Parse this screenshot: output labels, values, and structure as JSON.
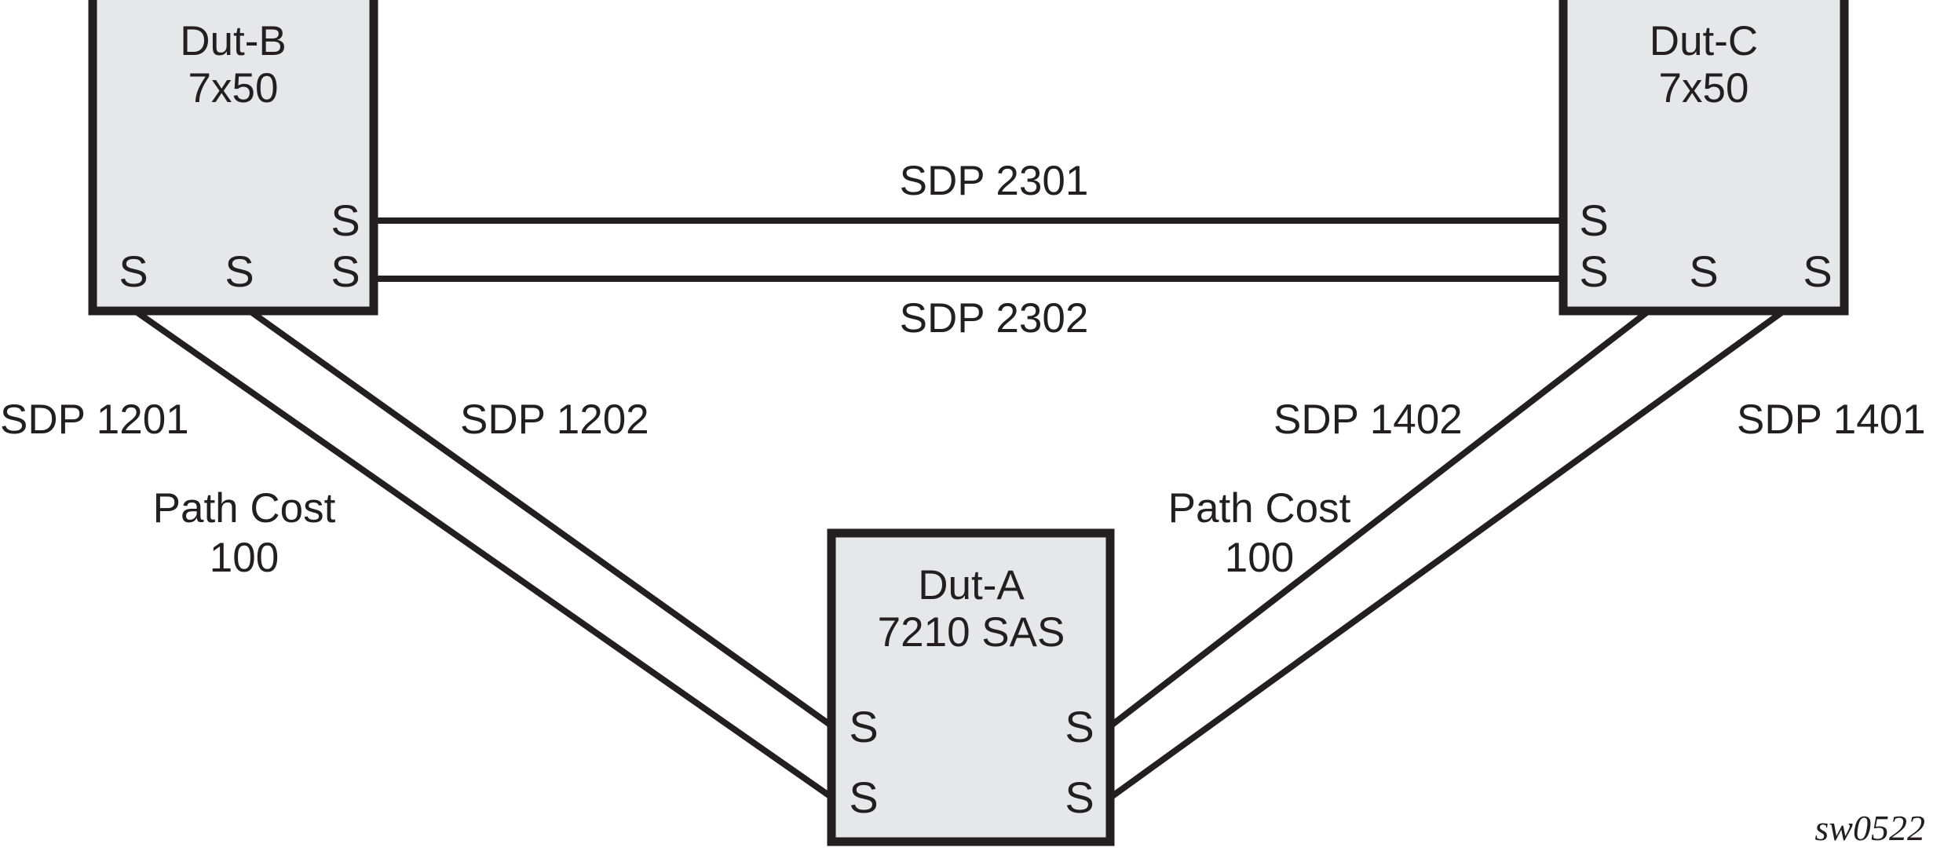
{
  "figure": {
    "id_label": "sw0522",
    "background_color": "#ffffff",
    "node_fill_color": "#e5e7e8",
    "stroke_color": "#231f20"
  },
  "nodes": [
    {
      "key": "dut-b",
      "name": "Dut-B",
      "model": "7x50",
      "ports": [
        "S",
        "S",
        "S",
        "S"
      ]
    },
    {
      "key": "dut-c",
      "name": "Dut-C",
      "model": "7x50",
      "ports": [
        "S",
        "S",
        "S",
        "S"
      ]
    },
    {
      "key": "dut-a",
      "name": "Dut-A",
      "model": "7210 SAS",
      "ports": [
        "S",
        "S",
        "S",
        "S"
      ]
    }
  ],
  "links": [
    {
      "key": "sdp-2301",
      "label": "SDP 2301",
      "from": "dut-b",
      "to": "dut-c",
      "cost_label": "",
      "cost_value": ""
    },
    {
      "key": "sdp-2302",
      "label": "SDP 2302",
      "from": "dut-b",
      "to": "dut-c",
      "cost_label": "",
      "cost_value": ""
    },
    {
      "key": "sdp-1201",
      "label": "SDP 1201",
      "from": "dut-b",
      "to": "dut-a",
      "cost_label": "Path Cost",
      "cost_value": "100"
    },
    {
      "key": "sdp-1202",
      "label": "SDP 1202",
      "from": "dut-b",
      "to": "dut-a",
      "cost_label": "",
      "cost_value": ""
    },
    {
      "key": "sdp-1402",
      "label": "SDP 1402",
      "from": "dut-c",
      "to": "dut-a",
      "cost_label": "Path Cost",
      "cost_value": "100"
    },
    {
      "key": "sdp-1401",
      "label": "SDP 1401",
      "from": "dut-c",
      "to": "dut-a",
      "cost_label": "",
      "cost_value": ""
    }
  ],
  "labels": {
    "dut_b_title": "Dut-B",
    "dut_b_model": "7x50",
    "dut_c_title": "Dut-C",
    "dut_c_model": "7x50",
    "dut_a_title": "Dut-A",
    "dut_a_model": "7210 SAS",
    "sdp_2301": "SDP 2301",
    "sdp_2302": "SDP 2302",
    "sdp_1201": "SDP 1201",
    "sdp_1202": "SDP 1202",
    "sdp_1402": "SDP 1402",
    "sdp_1401": "SDP 1401",
    "path_cost_left_line1": "Path Cost",
    "path_cost_left_line2": "100",
    "path_cost_right_line1": "Path Cost",
    "path_cost_right_line2": "100",
    "port_s": "S",
    "watermark": "sw0522"
  }
}
